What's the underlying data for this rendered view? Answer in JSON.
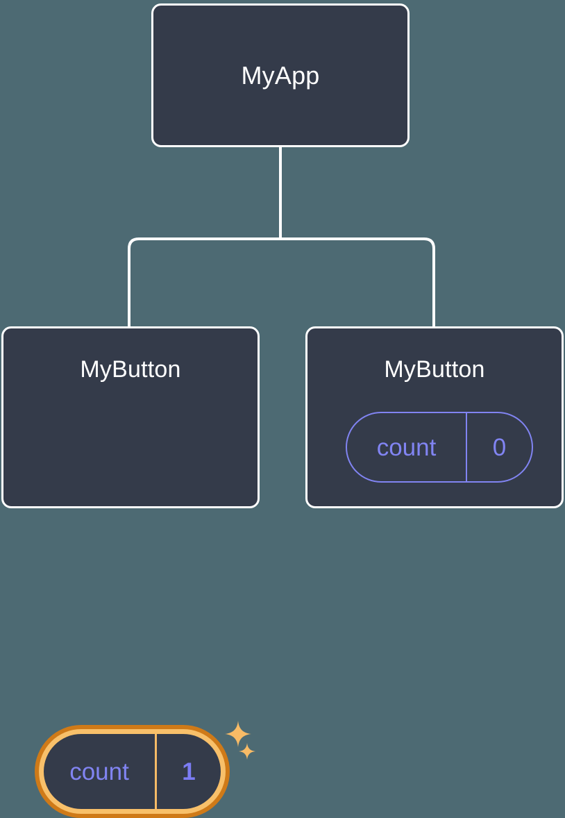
{
  "diagram": {
    "title": "React component tree with state",
    "background_color": "#4d6a73",
    "node_fill_color": "#343b4a",
    "node_border_color": "#ffffff",
    "connector_color": "#ffffff",
    "state_text_color": "#8184f2",
    "highlight_outer_color": "#cf7a18",
    "highlight_inner_color": "#f8c06a",
    "sparkle_color": "#f8bb66"
  },
  "root": {
    "label": "MyApp"
  },
  "children": [
    {
      "label": "MyButton",
      "state": {
        "key": "count",
        "value": "1"
      },
      "highlighted": "true"
    },
    {
      "label": "MyButton",
      "state": {
        "key": "count",
        "value": "0"
      },
      "highlighted": "false"
    }
  ]
}
